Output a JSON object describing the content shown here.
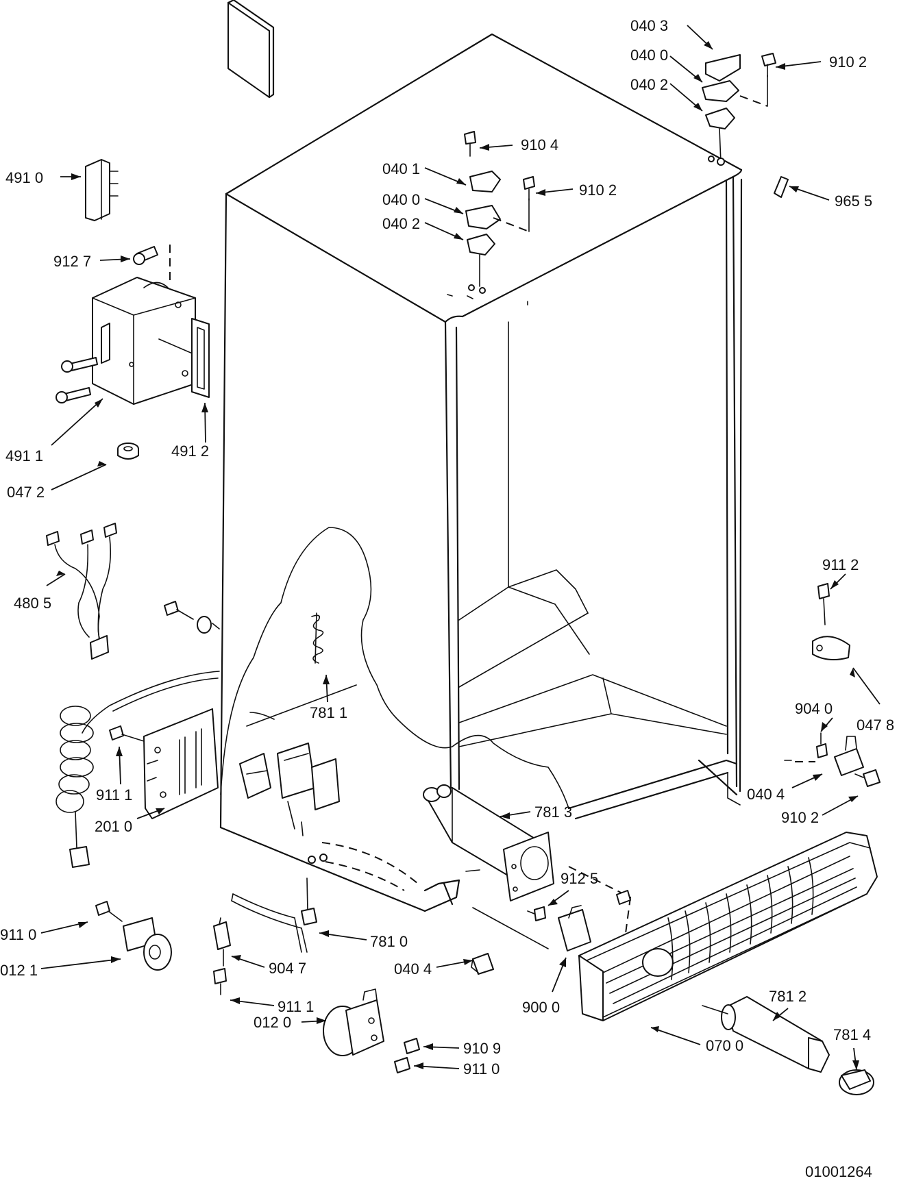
{
  "document_number": "01001264",
  "labels": {
    "p0403_top": "040 3",
    "p0400_top": "040 0",
    "p0402_top": "040 2",
    "p9102_top": "910 2",
    "p9104": "910 4",
    "p0401": "040 1",
    "p9102_mid": "910 2",
    "p0400_mid": "040 0",
    "p0402_mid": "040 2",
    "p9655": "965 5",
    "p4910": "491 0",
    "p9127": "912 7",
    "p4911": "491 1",
    "p4912": "491 2",
    "p0472": "047 2",
    "p4805": "480 5",
    "p9112": "911  2",
    "p9040": "904 0",
    "p0478": "047 8",
    "p7811": "781 1",
    "p9111_left": "911 1",
    "p2010": "201 0",
    "p7813": "781 3",
    "p0404_right": "040 4",
    "p9102_right": "910 2",
    "p9125": "912 5",
    "p7810": "781 0",
    "p9110_left": "911 0",
    "p0121": "012 1",
    "p9047": "904 7",
    "p0404_bottom": "040 4",
    "p9000": "900 0",
    "p9111_bottom": "911 1",
    "p0120": "012 0",
    "p9109": "910 9",
    "p9110_bottom": "911 0",
    "p7812": "781 2",
    "p7814": "781 4",
    "p0700": "070 0"
  }
}
